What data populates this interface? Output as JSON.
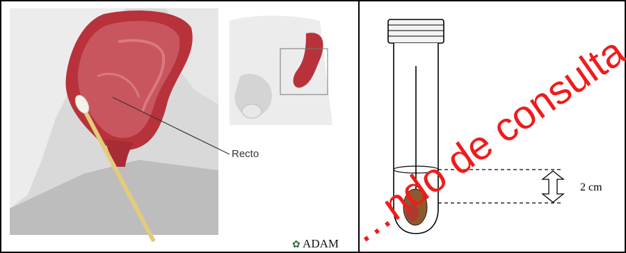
{
  "anatomy": {
    "label_rectum": "Recto",
    "brand": "ADAM"
  },
  "tube": {
    "measure_label": "2 cm"
  },
  "watermark": {
    "text": "…ndo de consulta"
  },
  "colors": {
    "tissue_red": "#b8323b",
    "tissue_inner": "#c9565e",
    "swab_stick": "#e2cc7a",
    "stool_sample": "#8c5a2e",
    "watermark_red": "#ee1c1c",
    "frame": "#000000"
  }
}
